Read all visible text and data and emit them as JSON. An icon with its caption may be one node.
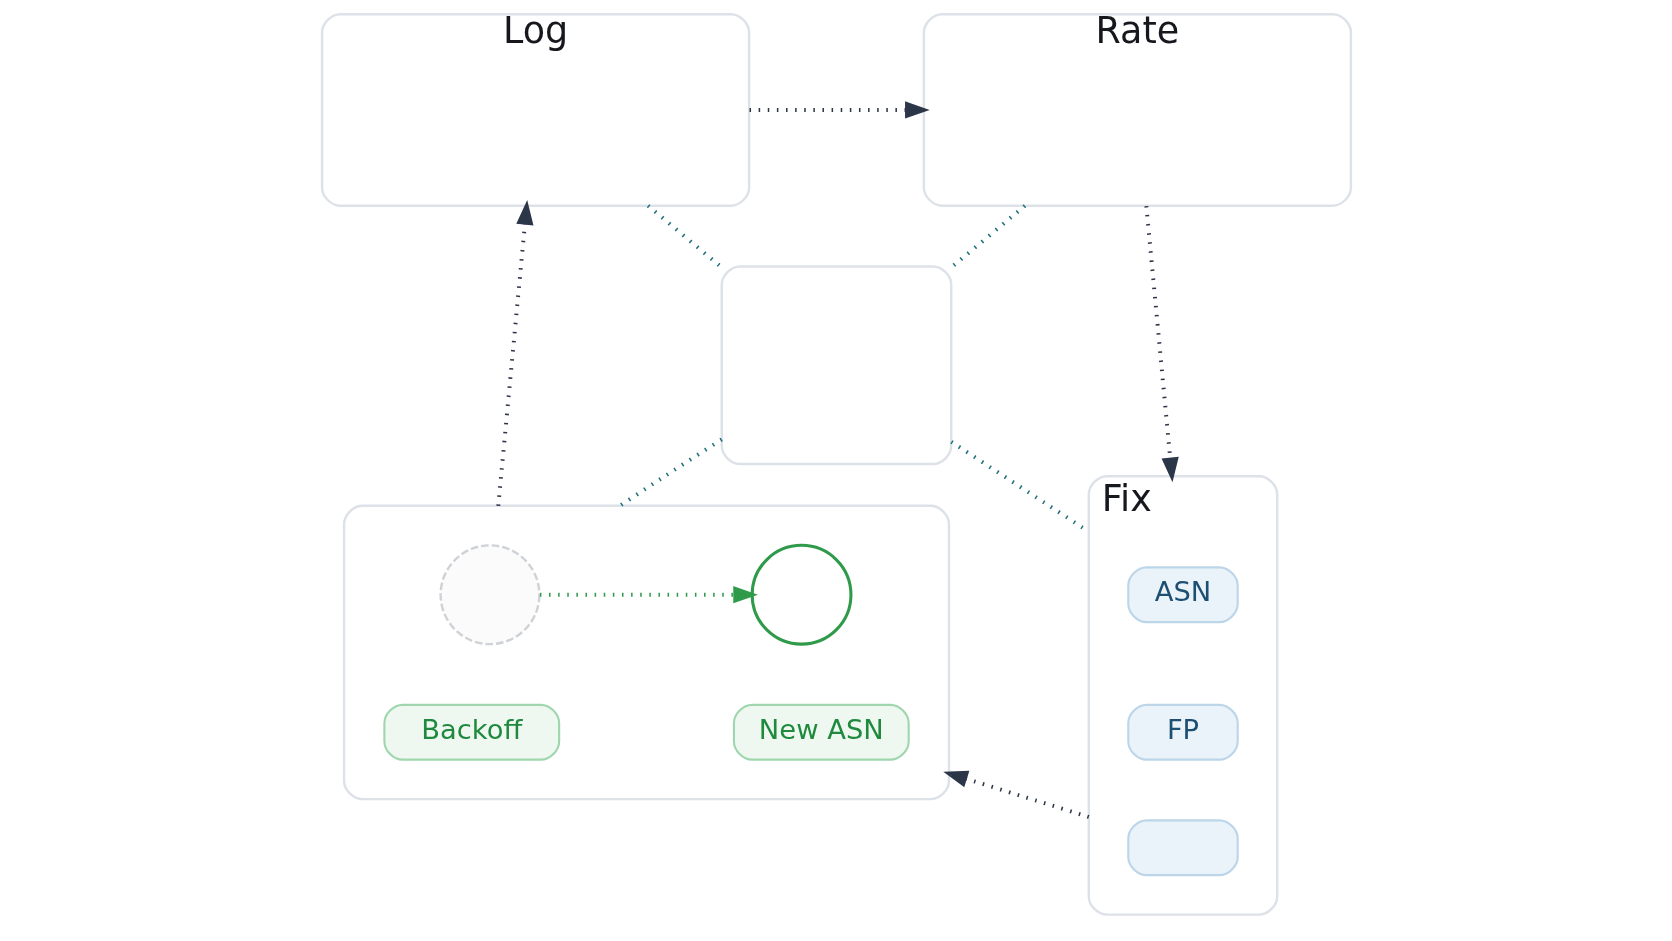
{
  "diagram": {
    "nodes": [
      {
        "text": [
          "Log"
        ]
      },
      {
        "text": [
          "Rate"
        ]
      },
      {
        "text": [],
        "shape": "box"
      },
      {
        "text": [],
        "shape": "box"
      },
      {
        "text": [],
        "shape": "circle",
        "in": 3
      },
      {
        "text": [],
        "shape": "circle",
        "in": 3
      },
      {
        "text": [
          "Backoff"
        ],
        "in": 3
      },
      {
        "text": [
          "New ASN"
        ],
        "in": 3
      },
      {
        "text": [
          "Fix"
        ]
      },
      {
        "text": [
          "ASN"
        ],
        "in": 8
      },
      {
        "text": [
          "FP"
        ],
        "in": 8
      },
      {
        "text": [],
        "shape": "box",
        "in": 8
      }
    ],
    "edges": [
      {
        "from": 0,
        "to": 1,
        "arrow": "to",
        "style": "dashed"
      },
      {
        "from": 1,
        "to": 8,
        "arrow": "to",
        "style": "dashed"
      },
      {
        "from": 8,
        "to": 3,
        "arrow": "to",
        "style": "dashed"
      },
      {
        "from": 3,
        "to": 0,
        "arrow": "to",
        "style": "dashed"
      },
      {
        "from": 0,
        "to": 2,
        "arrow": "none",
        "style": "dashed",
        "color": "#1f6f7d"
      },
      {
        "from": 1,
        "to": 2,
        "arrow": "none",
        "style": "dashed",
        "color": "#1f6f7d"
      },
      {
        "from": 2,
        "to": 3,
        "arrow": "none",
        "style": "dashed",
        "color": "#1f6f7d"
      },
      {
        "from": 2,
        "to": 8,
        "arrow": "none",
        "style": "dashed",
        "color": "#1f6f7d"
      },
      {
        "from": 4,
        "to": 5,
        "arrow": "to",
        "style": "dashed",
        "color": "#2e9a4a"
      }
    ]
  }
}
